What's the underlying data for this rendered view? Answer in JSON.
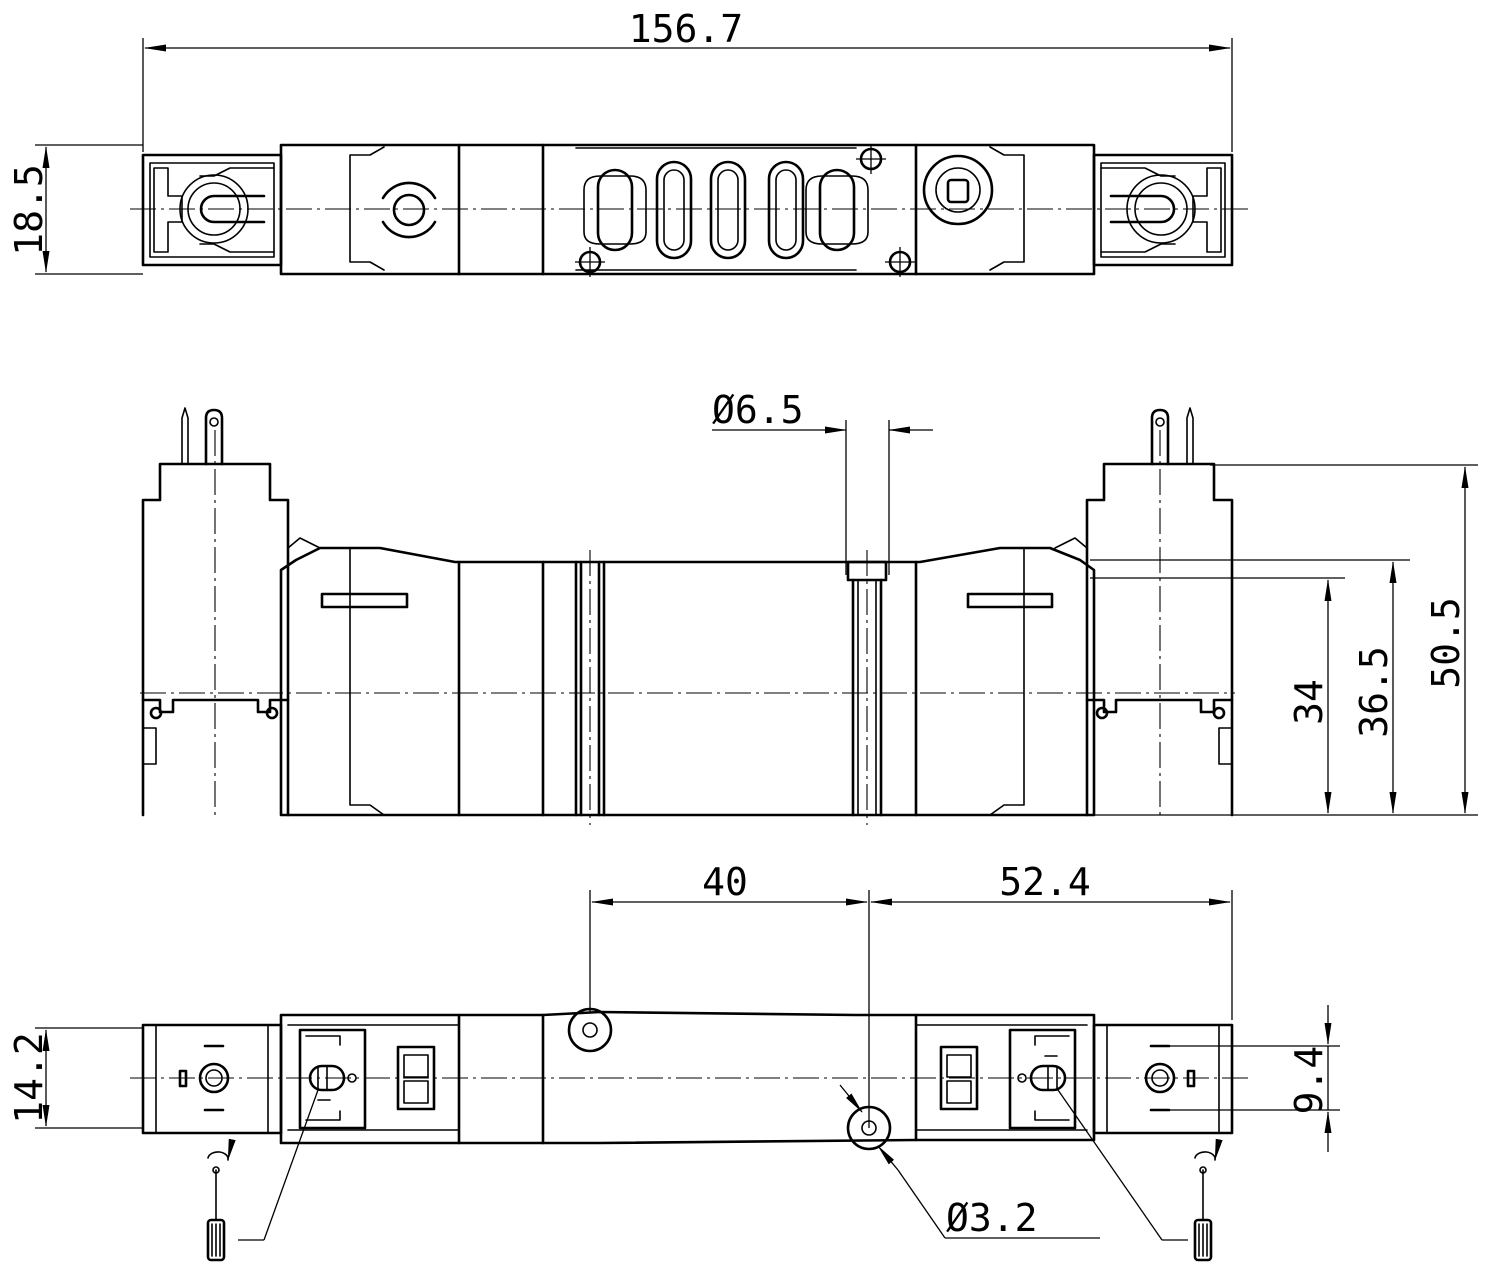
{
  "views": {
    "top": {
      "name": "top-view"
    },
    "side": {
      "name": "side-view"
    },
    "bottom": {
      "name": "bottom-view"
    }
  },
  "dimensions": {
    "overall_length": "156.7",
    "top_width": "18.5",
    "port_diameter": "Ø6.5",
    "height_34": "34",
    "height_36_5": "36.5",
    "height_50_5": "50.5",
    "hole_spacing_40": "40",
    "hole_spacing_52_4": "52.4",
    "bottom_width": "14.2",
    "bottom_inner_width": "9.4",
    "mount_hole_diameter": "Ø3.2"
  }
}
